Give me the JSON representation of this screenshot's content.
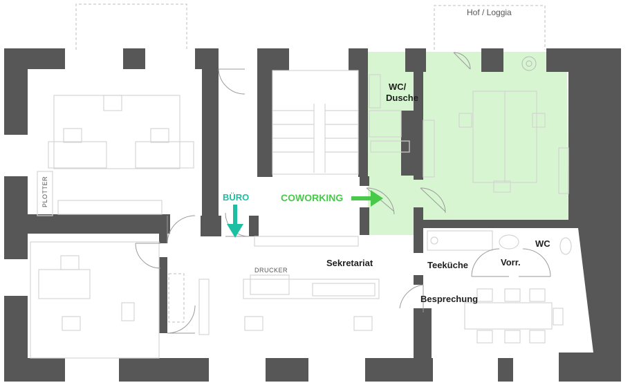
{
  "colors": {
    "wall": "#575757",
    "coworking_fill": "#d6f5d0",
    "buero_arrow": "#1dbfa3",
    "coworking_arrow": "#48c94a"
  },
  "labels": {
    "hof_loggia": "Hof / Loggia",
    "wc_dusche_line1": "WC/",
    "wc_dusche_line2": "Dusche",
    "plotter": "PLOTTER",
    "buero": "BÜRO",
    "coworking": "COWORKING",
    "wc": "WC",
    "drucker": "DRUCKER",
    "sekretariat": "Sekretariat",
    "teekueche": "Teeküche",
    "vorr": "Vorr.",
    "besprechung": "Besprechung"
  },
  "icons": {
    "buero_arrow": "arrow-down-icon",
    "coworking_arrow": "arrow-right-icon",
    "plant": "plant-icon"
  }
}
